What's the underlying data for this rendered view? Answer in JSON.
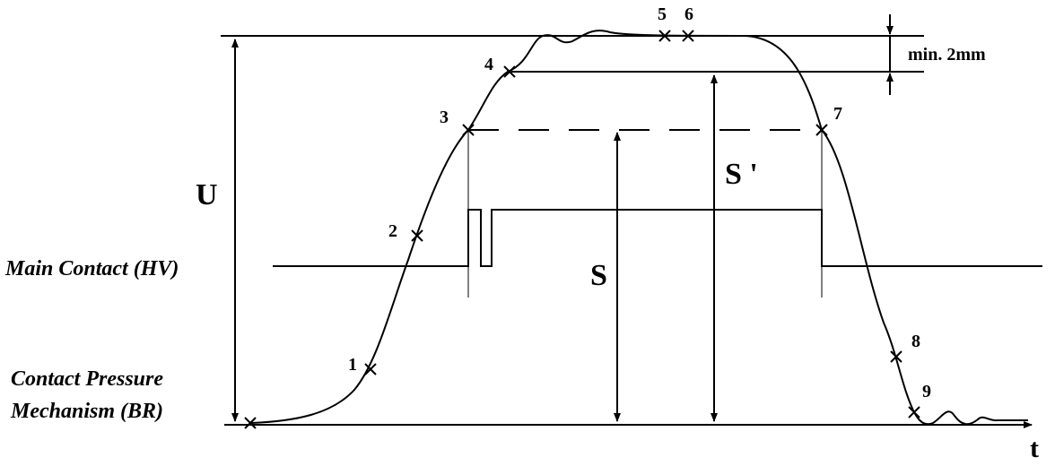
{
  "side_labels": {
    "main_contact": "Main Contact (HV)",
    "contact_pressure_line1": "Contact Pressure",
    "contact_pressure_line2": "Mechanism (BR)"
  },
  "dimensions": {
    "u": "U",
    "s": "S",
    "s_prime": "S '",
    "min_gap": "min. 2mm"
  },
  "axis": {
    "time_label": "t"
  },
  "points": [
    "1",
    "2",
    "3",
    "4",
    "5",
    "6",
    "7",
    "8",
    "9"
  ]
}
